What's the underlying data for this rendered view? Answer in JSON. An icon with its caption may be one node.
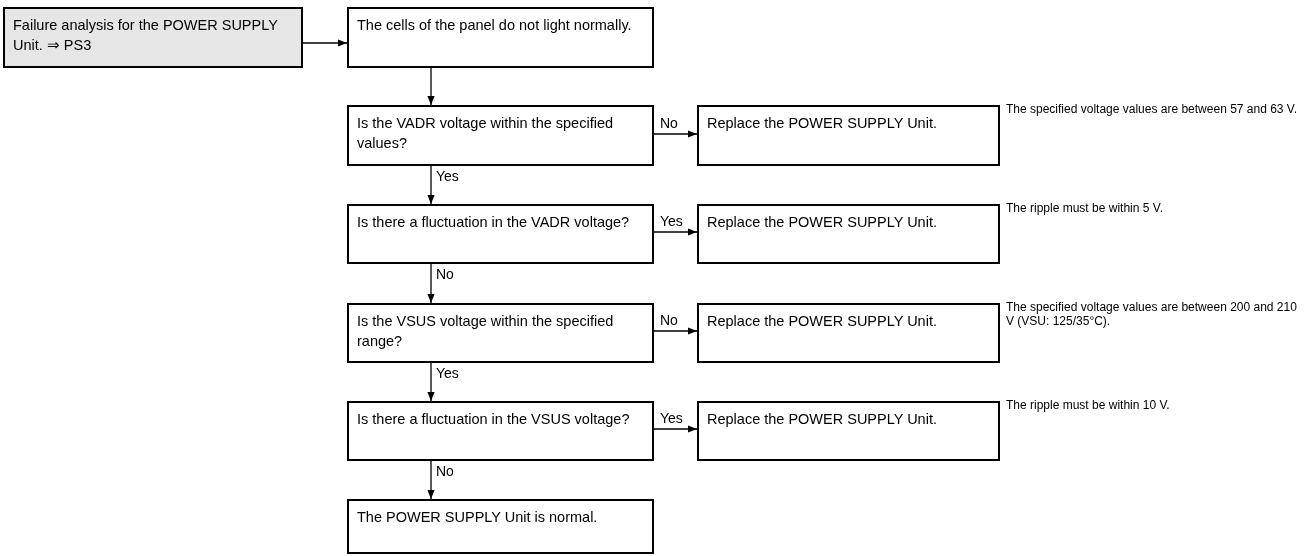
{
  "diagram": {
    "nodes": [
      {
        "text": [
          "Failure analysis for the POWER SUPPLY Unit. ⇒ PS3"
        ]
      },
      {
        "text": [
          "The cells of the panel do not light normally."
        ]
      },
      {
        "text": [
          "Is the VADR voltage within the specified values?"
        ]
      },
      {
        "text": [
          "Replace the POWER SUPPLY Unit."
        ],
        "beside": [
          "The specified voltage values are between 57 and 63 V."
        ]
      },
      {
        "text": [
          "Is there a fluctuation in the VADR voltage?"
        ]
      },
      {
        "text": [
          "Replace the POWER SUPPLY Unit."
        ],
        "beside": [
          "The ripple must be within 5 V."
        ]
      },
      {
        "text": [
          "Is the VSUS voltage within the specified range?"
        ]
      },
      {
        "text": [
          "Replace the POWER SUPPLY Unit."
        ],
        "beside": [
          "The specified voltage values are between 200 and 210 V (VSU: 125/35°C)."
        ]
      },
      {
        "text": [
          "Is there a fluctuation in the VSUS voltage?"
        ]
      },
      {
        "text": [
          "Replace the POWER SUPPLY Unit."
        ],
        "beside": [
          "The ripple must be within 10 V."
        ]
      },
      {
        "text": [
          "The POWER SUPPLY Unit is normal."
        ]
      }
    ],
    "edges": [
      {
        "from": 0,
        "to": 1,
        "arrow": "to"
      },
      {
        "from": 1,
        "to": 2,
        "arrow": "to"
      },
      {
        "from": 2,
        "to": 3,
        "arrow": "to",
        "label": "No"
      },
      {
        "from": 2,
        "to": 4,
        "arrow": "to",
        "label": "Yes"
      },
      {
        "from": 4,
        "to": 5,
        "arrow": "to",
        "label": "Yes"
      },
      {
        "from": 4,
        "to": 6,
        "arrow": "to",
        "label": "No"
      },
      {
        "from": 6,
        "to": 7,
        "arrow": "to",
        "label": "No"
      },
      {
        "from": 6,
        "to": 8,
        "arrow": "to",
        "label": "Yes"
      },
      {
        "from": 8,
        "to": 9,
        "arrow": "to",
        "label": "Yes"
      },
      {
        "from": 8,
        "to": 10,
        "arrow": "to",
        "label": "No"
      }
    ]
  }
}
